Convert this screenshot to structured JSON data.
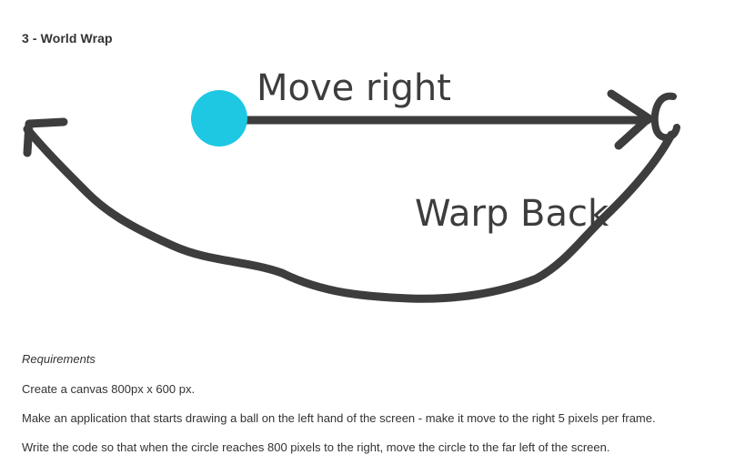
{
  "heading": "3 - World Wrap",
  "diagram": {
    "move_label": "Move right",
    "warp_label": "Warp Back",
    "ball_color": "#1ec8e3",
    "stroke_color": "#3d3d3d"
  },
  "requirements": {
    "title": "Requirements",
    "lines": [
      "Create a canvas 800px x 600 px.",
      "Make an application that starts drawing a ball on the left hand of the screen - make it move to the right 5 pixels per frame.",
      "Write the code so that when the circle reaches 800 pixels to the right, move the circle to the far left of the screen."
    ]
  }
}
